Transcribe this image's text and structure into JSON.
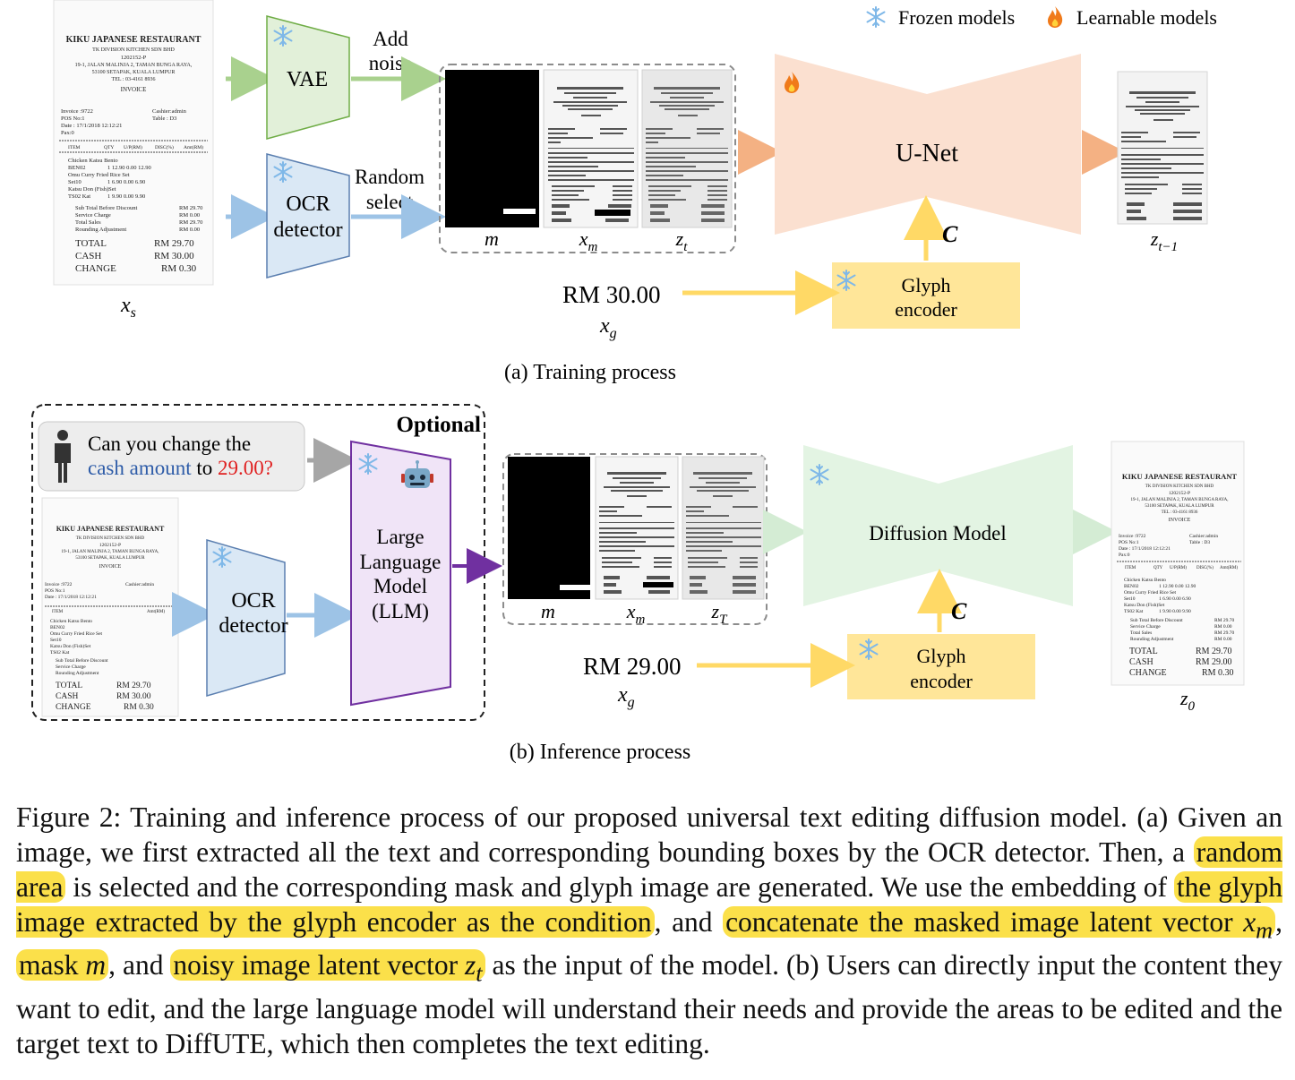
{
  "legend": {
    "frozen_label": "Frozen models",
    "learnable_label": "Learnable models"
  },
  "receipt": {
    "restaurant": "KIKU JAPANESE RESTAURANT",
    "company": "TK DIVISION KITCHEN SDN BHD",
    "reg_no": "1202152-P",
    "address1": "19-1, JALAN MALINJA 2, TAMAN BUNGA RAYA,",
    "address2": "53100 SETAPAK, KUALA LUMPUR",
    "tel": "TEL : 03-4161 8936",
    "invoice": "INVOICE",
    "invoice_no": "Invoice :9722",
    "cashier": "Cashier:admin",
    "pos": "POS No:1",
    "table": "Table : D3",
    "date": "Date : 17/1/2018 12:12:21",
    "pax": "Pax:0",
    "header_cols": [
      "ITEM",
      "QTY",
      "U/P(RM)",
      "DISC(%)",
      "Amt(RM)"
    ],
    "items": [
      {
        "name": "Chicken Katsu Bento",
        "line": ""
      },
      {
        "name": "BEN02",
        "line": "1    12.90    0.00   12.90"
      },
      {
        "name": "Omu Curry Fried Rice Set",
        "line": ""
      },
      {
        "name": "Set10",
        "line": "1    6.90    0.00    6.90"
      },
      {
        "name": "Katsu Don (Fish)Set",
        "line": ""
      },
      {
        "name": "TS02 Kat",
        "line": "1    9.90    0.00    9.90"
      }
    ],
    "sub_total": "Sub Total Before Discount",
    "sub_total_val": "RM 29.70",
    "service": "Service Charge",
    "service_val": "RM 0.00",
    "total_sales": "Total Sales",
    "total_sales_val": "RM 29.70",
    "rounding": "Rounding Adjustment",
    "rounding_val": "RM 0.00",
    "total_label": "TOTAL",
    "total_val": "RM 29.70",
    "cash_label": "CASH",
    "cash_val": "RM 30.00",
    "cash_val_edited": "RM 29.00",
    "change_label": "CHANGE",
    "change_val": "RM 0.30"
  },
  "training": {
    "xs_label": "x",
    "xs_sub": "s",
    "vae_label": "VAE",
    "add_noise_1": "Add",
    "add_noise_2": "noise",
    "ocr_1": "OCR",
    "ocr_2": "detector",
    "random_1": "Random",
    "random_2": "select",
    "m_label": "m",
    "xm_label": "x",
    "xm_sub": "m",
    "zt_label": "z",
    "zt_sub": "t",
    "unet_label": "U-Net",
    "c_label": "C",
    "glyph_1": "Glyph",
    "glyph_2": "encoder",
    "rm_text": "RM 30.00",
    "xg_label": "x",
    "xg_sub": "g",
    "zt1_label": "z",
    "zt1_sub": "t−1",
    "caption": "(a) Training process"
  },
  "inference": {
    "optional_label": "Optional",
    "question_1": "Can you change the",
    "question_cash": "cash amount",
    "question_to": "to",
    "question_value": "29.00?",
    "ocr_1": "OCR",
    "ocr_2": "detector",
    "llm_1": "Large",
    "llm_2": "Language",
    "llm_3": "Model",
    "llm_4": "(LLM)",
    "m_label": "m",
    "xm_label": "x",
    "xm_sub": "m",
    "zT_label": "z",
    "zT_sub": "T",
    "diffusion_label": "Diffusion Model",
    "c_label": "C",
    "glyph_1": "Glyph",
    "glyph_2": "encoder",
    "rm_text": "RM 29.00",
    "xg_label": "x",
    "xg_sub": "g",
    "z0_label": "z",
    "z0_sub": "0",
    "caption": "(b) Inference process"
  },
  "colors": {
    "green_arrow": "#a9d18e",
    "blue_arrow": "#9dc3e6",
    "orange_arrow": "#f4b183",
    "yellow_arrow": "#ffd966",
    "vae_fill": "#e2f0d9",
    "vae_stroke": "#70ad47",
    "ocr_fill": "#dae8f5",
    "ocr_stroke": "#5b7fb0",
    "unet_fill": "#fbe0d0",
    "diffusion_fill": "#e3f4e3",
    "glyph_fill": "#ffe699",
    "llm_fill": "#f0e4f7",
    "llm_stroke": "#7030a0",
    "highlight": "#fbe04a",
    "question_blue": "#2e5ca8",
    "question_red": "#e02020"
  },
  "caption": {
    "p1": "Figure 2: Training and inference process of our proposed universal text editing diffusion model. (a) Given an image, we first extracted all the text and corresponding bounding boxes by the OCR detector. Then, a ",
    "h1": "random area",
    "p2": " is selected and the corresponding mask and glyph image are generated. We use the embedding of ",
    "h2": "the glyph image extracted by the glyph encoder as the condition",
    "p3": ", and ",
    "h3": "concatenate the masked image latent vector ",
    "h3_var": "x",
    "h3_sub": "m",
    "p4": ", ",
    "h4": "mask ",
    "h4_var": "m",
    "p5": ", and ",
    "h5": "noisy image latent vector ",
    "h5_var": "z",
    "h5_sub": "t",
    "p6": " as the input of the model. (b) Users can directly input the content they want to edit, and the large language model will understand their needs and provide the areas to be edited and the target text to DiffUTE, which then completes the text editing."
  }
}
